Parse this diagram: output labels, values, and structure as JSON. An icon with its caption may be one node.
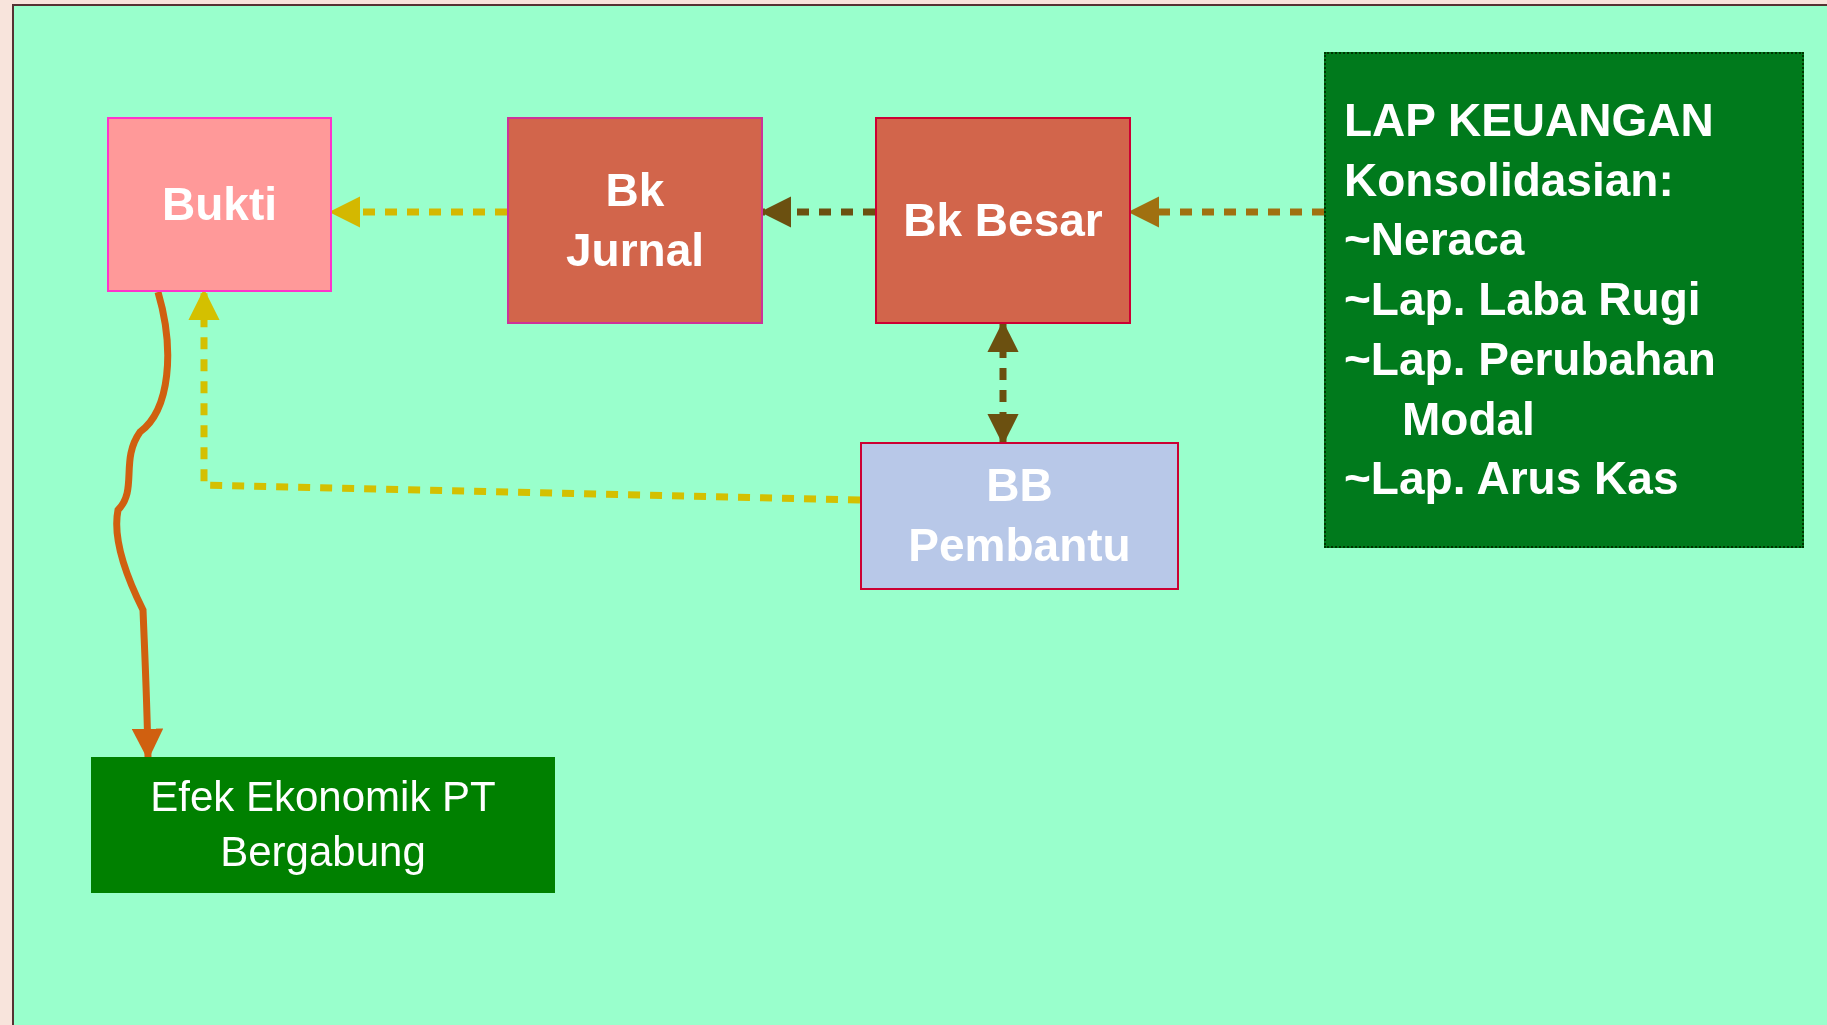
{
  "diagram": {
    "nodes": [
      {
        "text": [
          "Bukti"
        ]
      },
      {
        "text": [
          "Bk Jurnal"
        ]
      },
      {
        "text": [
          "Bk Besar"
        ]
      },
      {
        "text": [
          "LAP KEUANGAN Konsolidasian:",
          "~Neraca",
          "~Lap. Laba Rugi",
          "~Lap. Perubahan Modal",
          "~Lap. Arus Kas"
        ]
      },
      {
        "text": [
          "BB Pembantu"
        ]
      },
      {
        "text": [
          "Efek Ekonomik PT Bergabung"
        ]
      }
    ],
    "edges": [
      {
        "from": 1,
        "to": 0,
        "arrow": "to",
        "style": "dashed",
        "color": "#d4b800"
      },
      {
        "from": 2,
        "to": 1,
        "arrow": "to",
        "style": "dashed",
        "color": "#6b5010"
      },
      {
        "from": 3,
        "to": 2,
        "arrow": "to",
        "style": "dashed",
        "color": "#a07010"
      },
      {
        "from": 2,
        "to": 4,
        "arrow": "both",
        "style": "dashed",
        "color": "#6b5010"
      },
      {
        "from": 4,
        "to": 0,
        "arrow": "to",
        "style": "dashed",
        "color": "#d4c000"
      },
      {
        "from": 0,
        "to": 5,
        "arrow": "to",
        "color": "#d06010"
      }
    ]
  }
}
